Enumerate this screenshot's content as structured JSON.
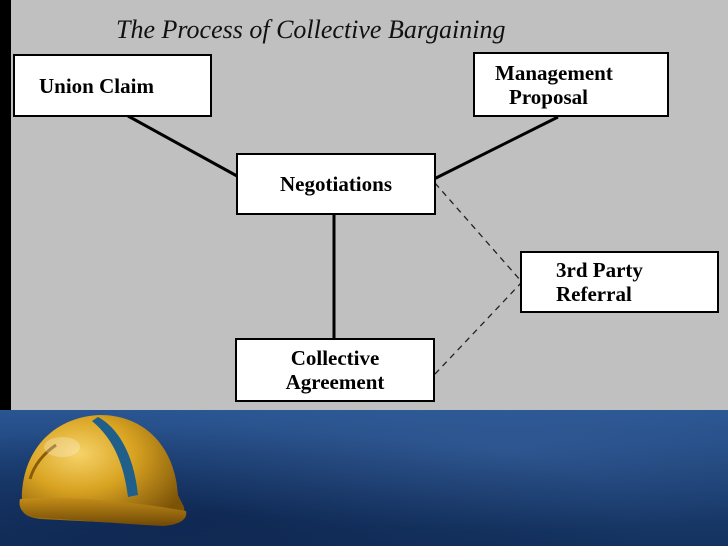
{
  "diagram": {
    "title": "The Process of Collective Bargaining",
    "nodes": {
      "union_claim": {
        "line1": "Union Claim"
      },
      "management_proposal": {
        "line1": "Management",
        "line2": "Proposal"
      },
      "negotiations": {
        "line1": "Negotiations"
      },
      "third_party_referral": {
        "line1": "3rd Party",
        "line2": "Referral"
      },
      "collective_agreement": {
        "line1": "Collective",
        "line2": "Agreement"
      }
    },
    "edges": [
      {
        "from": "Union Claim",
        "to": "Negotiations",
        "style": "solid"
      },
      {
        "from": "Management Proposal",
        "to": "Negotiations",
        "style": "solid"
      },
      {
        "from": "Negotiations",
        "to": "Collective Agreement",
        "style": "solid"
      },
      {
        "from": "Negotiations",
        "to": "3rd Party Referral",
        "style": "dashed"
      },
      {
        "from": "Collective Agreement",
        "to": "3rd Party Referral",
        "style": "dashed"
      }
    ]
  },
  "decor": {
    "icon": "hard-hat-icon"
  },
  "colors": {
    "panel": "#c0c0c0",
    "background": "#1d4277",
    "helmet": "#d9a321",
    "helmet_stripe": "#1f5f8a"
  }
}
